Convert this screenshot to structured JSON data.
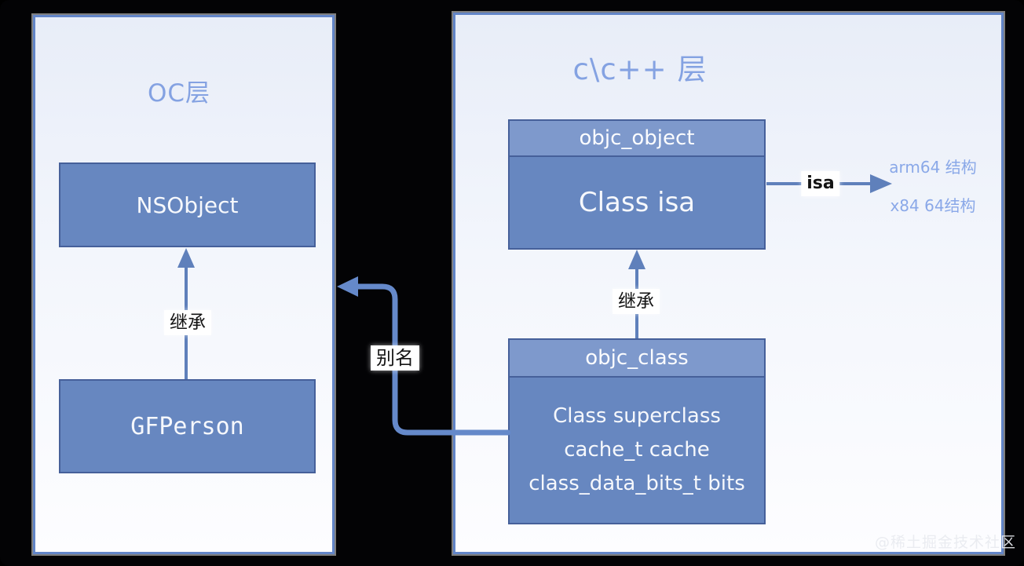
{
  "oc_panel": {
    "title": "OC层",
    "nsobject_label": "NSObject",
    "gfperson_label": "GFPerson",
    "inherit_label": "继承"
  },
  "cpp_panel": {
    "title": "c\\c++ 层",
    "objc_object": {
      "header": "objc_object",
      "body": "Class isa"
    },
    "objc_class": {
      "header": "objc_class",
      "fields": [
        "Class superclass",
        "cache_t cache",
        "class_data_bits_t bits"
      ]
    },
    "inherit_label": "继承",
    "isa_label": "isa",
    "isa_targets": [
      "arm64 结构",
      "x84 64结构"
    ]
  },
  "alias_label": "别名",
  "watermark": "@稀土掘金技术社区",
  "colors": {
    "canvas_bg": "#030305",
    "panel_bg_top": "#e8edf8",
    "panel_bg_bottom": "#fdfdff",
    "panel_border": "#6285c7",
    "box_fill": "#6787c0",
    "box_header_fill": "#7e99cc",
    "box_border": "#46609a",
    "title_text": "#84a2e2",
    "side_label_text": "#8aa8e8",
    "arrow": "#5f80bb",
    "alias_connector": "#6589ca",
    "label_text": "#141414",
    "watermark_text": "#e8eaf0"
  }
}
